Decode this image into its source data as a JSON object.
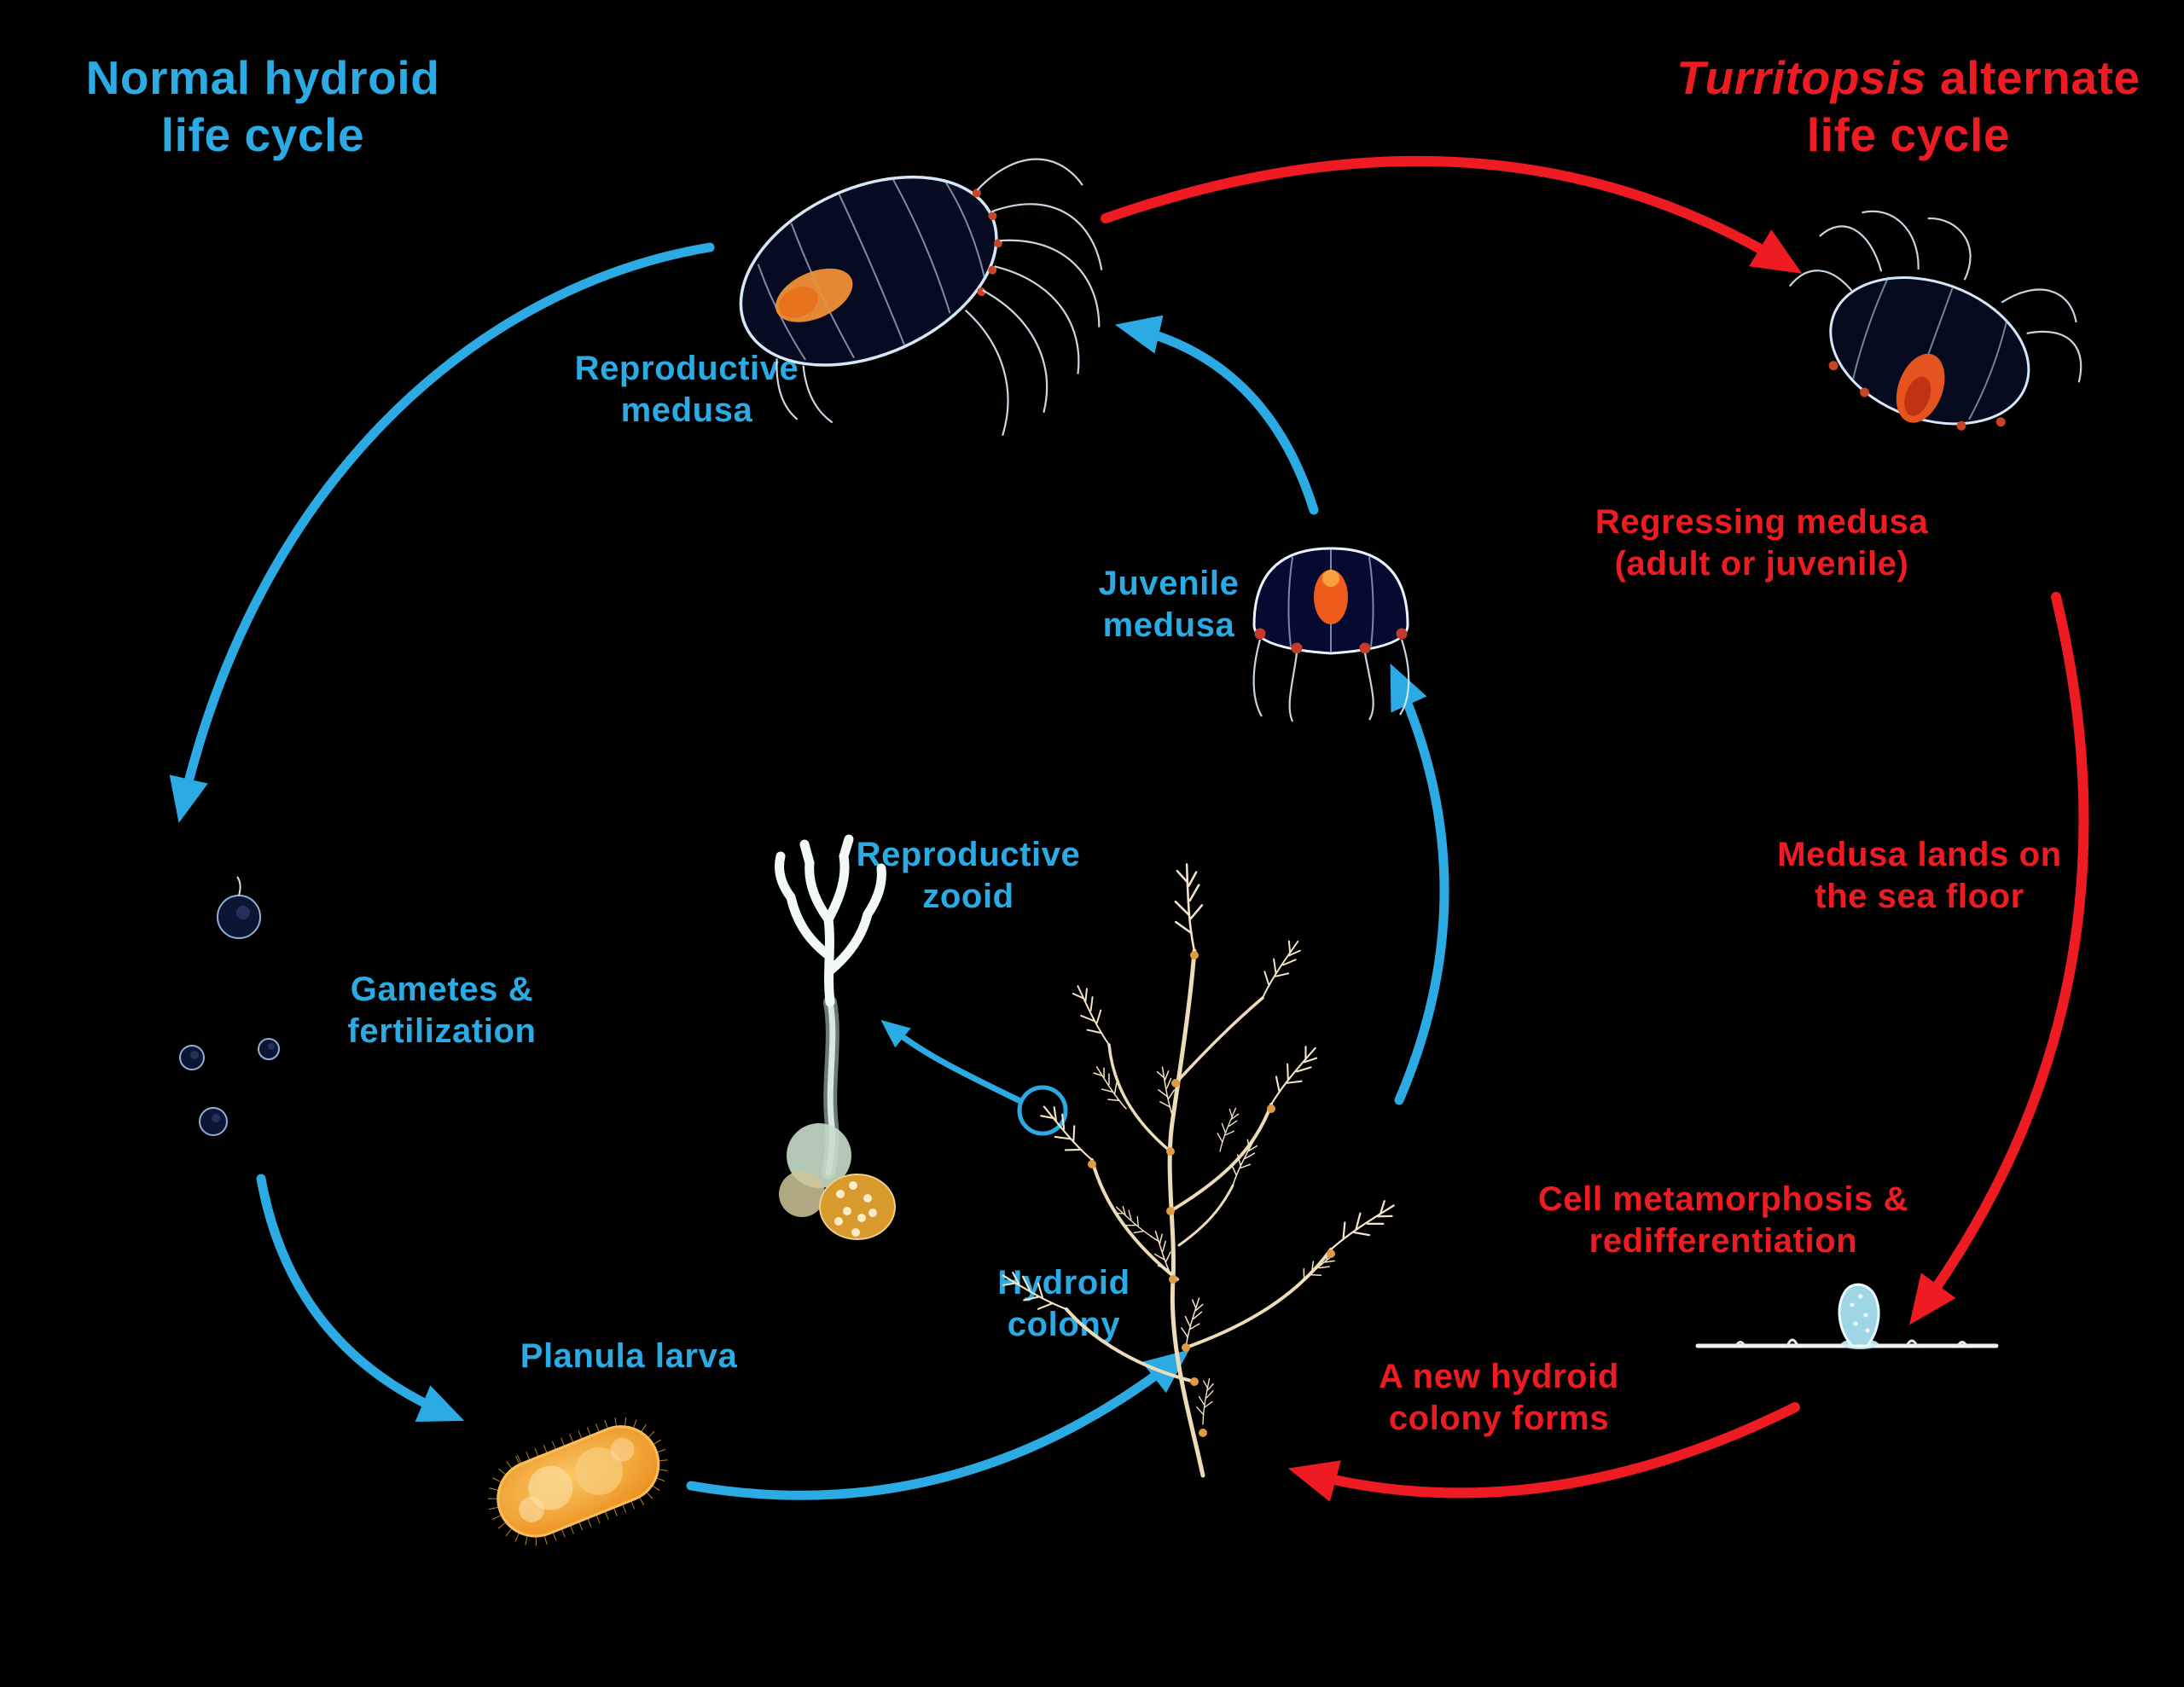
{
  "colors": {
    "background": "#000000",
    "blue": "#2BAAE4",
    "red": "#EE1B23"
  },
  "titles": {
    "left": "Normal hydroid\nlife cycle",
    "right": {
      "italic_word": "Turritopsis",
      "rest_line1": " alternate",
      "line2": "life cycle"
    }
  },
  "labels": {
    "reproductive_medusa": "Reproductive\nmedusa",
    "juvenile_medusa": "Juvenile\nmedusa",
    "regressing_medusa": "Regressing medusa\n(adult or juvenile)",
    "medusa_lands": "Medusa lands on\nthe sea floor",
    "reproductive_zooid": "Reproductive\nzooid",
    "gametes": "Gametes &\nfertilization",
    "hydroid_colony": "Hydroid\ncolony",
    "cell_metamorphosis": "Cell metamorphosis &\nredifferentiation",
    "new_colony": "A new hydroid\ncolony forms",
    "planula_larva": "Planula larva"
  },
  "illustrations": [
    "reproductive-medusa",
    "regressing-medusa",
    "juvenile-medusa",
    "gametes",
    "planula-larva",
    "hydroid-colony",
    "reproductive-zooid",
    "new-colony-cyst"
  ]
}
